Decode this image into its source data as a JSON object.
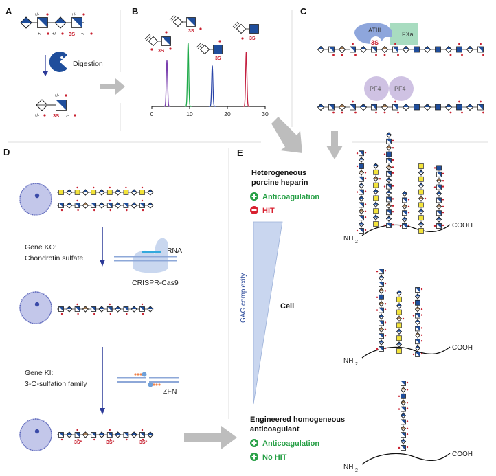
{
  "panels": {
    "A": {
      "label": "A",
      "step": "Digestion",
      "sulfation_markers": [
        "+/-",
        "+/-",
        "+/-",
        "3S",
        "+/-"
      ],
      "product_markers": [
        "+/-",
        "+/-",
        "3S",
        "+/-"
      ]
    },
    "B": {
      "label": "B",
      "x_ticks": [
        "0",
        "10",
        "20",
        "30"
      ],
      "peak_labels": [
        "3S",
        "3S",
        "3S",
        "3S"
      ]
    },
    "C": {
      "label": "C",
      "proteins": {
        "atiii": "ATIII",
        "fxa": "FXa",
        "site": "3S",
        "pf4_a": "PF4",
        "pf4_b": "PF4"
      }
    },
    "D": {
      "label": "D",
      "ko_title": "Gene KO:",
      "ko_target": "Chondrotin sulfate",
      "crispr_label": "CRISPR-Cas9",
      "grna_label": "gRNA",
      "ki_title": "Gene KI:",
      "ki_target": "3-O-sulfation family",
      "zfn_label": "ZFN",
      "site_labels": [
        "3S*",
        "3S*",
        "3S*"
      ]
    },
    "E": {
      "label": "E",
      "top_title_1": "Heterogeneous",
      "top_title_2": "porcine heparin",
      "top_plus": "Anticoagulation",
      "top_minus": "HIT",
      "axis_label": "GAG complexity",
      "middle_label": "Cell",
      "bottom_title_1": "Engineered homogeneous",
      "bottom_title_2": "anticoagulant",
      "bottom_plus_1": "Anticoagulation",
      "bottom_plus_2": "No HIT",
      "nh2": "NH",
      "nh2_sub": "2",
      "cooh": "COOH"
    }
  },
  "colors": {
    "blue": "#1f4e9c",
    "red": "#c8202f",
    "green": "#27a046",
    "yellow": "#f3e33a",
    "tan": "#a07a55",
    "arrow_gray": "#bdbdbd",
    "purple": "#7a3fae",
    "peak_green": "#1faa4a",
    "peak_blue": "#2a45a8",
    "peak_red": "#c42040"
  },
  "chart_data": {
    "type": "line",
    "title": "",
    "xlabel": "",
    "ylabel": "",
    "x_ticks": [
      0,
      10,
      20,
      30
    ],
    "xlim": [
      0,
      30
    ],
    "series": [
      {
        "name": "peak-1",
        "center": 4,
        "relative_height": 0.72,
        "color": "#7a3fae"
      },
      {
        "name": "peak-2",
        "center": 9.6,
        "relative_height": 1.0,
        "color": "#1faa4a"
      },
      {
        "name": "peak-3",
        "center": 16,
        "relative_height": 0.64,
        "color": "#2a45a8"
      },
      {
        "name": "peak-4",
        "center": 25,
        "relative_height": 0.86,
        "color": "#c42040"
      }
    ]
  }
}
